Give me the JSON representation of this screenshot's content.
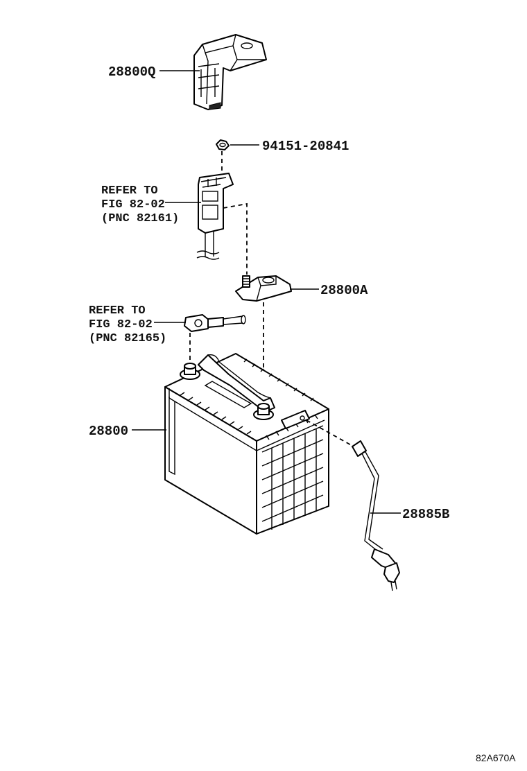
{
  "diagram": {
    "figure_id": "82A670A",
    "parts": [
      {
        "key": "cover",
        "number": "28800Q"
      },
      {
        "key": "nut",
        "number": "94151-20841"
      },
      {
        "key": "terminal",
        "number": "28800A"
      },
      {
        "key": "battery",
        "number": "28800"
      },
      {
        "key": "sensor_cable",
        "number": "28885B"
      }
    ],
    "refer_notes": [
      {
        "key": "ref_82161",
        "line1": "REFER TO",
        "line2": "FIG 82-02",
        "line3": "(PNC 82161)"
      },
      {
        "key": "ref_82165",
        "line1": "REFER TO",
        "line2": "FIG 82-02",
        "line3": "(PNC 82165)"
      }
    ]
  }
}
